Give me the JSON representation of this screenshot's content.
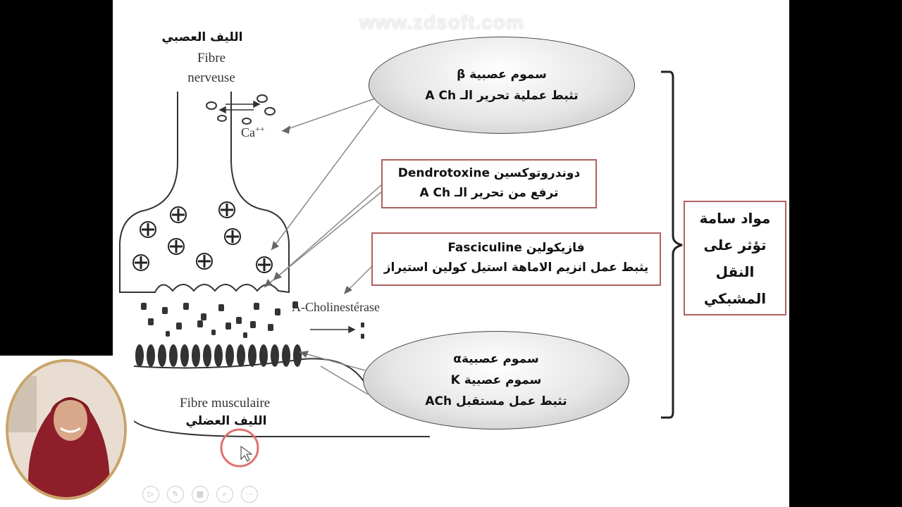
{
  "watermark": "www.zdsoft.com",
  "labels": {
    "nerve_fibre_ar": "الليف العصبي",
    "nerve_fibre_fr_1": "Fibre",
    "nerve_fibre_fr_2": "nerveuse",
    "calcium": "Ca",
    "calcium_sup": "++",
    "cholinesterase": "A-Cholinestérase",
    "muscle_fibre_fr": "Fibre musculaire",
    "muscle_fibre_ar": "الليف العضلي"
  },
  "boxes": {
    "beta_toxins": {
      "line1": "سموم عصبية β",
      "line2": "تثبط عملية تحرير الـ A Ch"
    },
    "dendrotoxine": {
      "line1": "دوندروتوكسين Dendrotoxine",
      "line2": "ترفع من تحرير الـ A Ch"
    },
    "fasciculine": {
      "line1": "فازيكولين Fasciculine",
      "line2": "يثبط عمل انزيم الاماهة استيل كولين استيراز"
    },
    "alpha_toxins": {
      "line1": "سموم عصبيةα",
      "line2": "سموم عصبية K",
      "line3": "تثبط عمل مستقبل ACh"
    },
    "summary": {
      "line1": "مواد سامة",
      "line2": "تؤثر على",
      "line3": "النقل",
      "line4": "المشبكي"
    }
  },
  "controls": [
    "play-icon",
    "pen-icon",
    "slides-icon",
    "zoom-icon",
    "more-icon"
  ],
  "colors": {
    "box_border": "#b06060",
    "pointer_ring": "#e07070"
  }
}
